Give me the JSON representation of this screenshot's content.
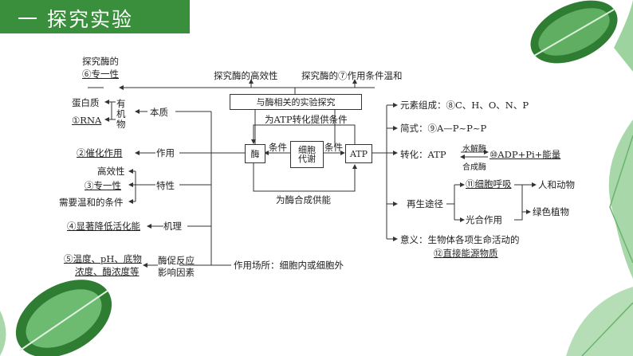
{
  "header": {
    "title": "一 探究实验"
  },
  "colors": {
    "title_bar": "#3a8f3c",
    "leaf_dark": "#2f7d32",
    "leaf_light": "#7cc47f"
  },
  "center": {
    "exp_box": "与酶相关的实验探究",
    "top_left": "探究酶的高效性",
    "top_right": "探究酶的⑦作用条件温和",
    "specificity_1": "探究酶的",
    "specificity_2": "⑥专一性",
    "atp_top": "为ATP转化提供条件",
    "enzyme": "酶",
    "condition_left": "条件",
    "cell_metab_1": "细胞",
    "cell_metab_2": "代谢",
    "condition_right": "条件",
    "atp": "ATP",
    "atp_bottom": "为酶合成供能"
  },
  "left": {
    "protein": "蛋白质",
    "rna": "①RNA",
    "organic": "有机物",
    "essence": "本质",
    "catalysis": "②催化作用",
    "function": "作用",
    "efficiency": "高效性",
    "specificity": "③专一性",
    "mild": "需要温和的条件",
    "traits": "特性",
    "lower_energy": "④显著降低活化能",
    "mechanism": "机理",
    "factors_1": "⑤温度、pH、底物",
    "factors_2": "浓度、酶浓度等",
    "influence_1": "酶促反应",
    "influence_2": "影响因素",
    "site": "作用场所：细胞内或细胞外"
  },
  "right": {
    "elements": "元素组成：⑧C、H、O、N、P",
    "formula": "简式：⑨A—P~P~P",
    "convert": "转化：ATP",
    "hydrolase": "水解酶",
    "synthase": "合成酶",
    "products": "⑩ADP+Pi+能量",
    "regen": "再生途径",
    "respiration": "⑪细胞呼吸",
    "photosynth": "光合作用",
    "people_animals": "人和动物",
    "green_plants": "绿色植物",
    "meaning_1": "意义：生物体各项生命活动的",
    "meaning_2": "⑫直接能源物质"
  }
}
